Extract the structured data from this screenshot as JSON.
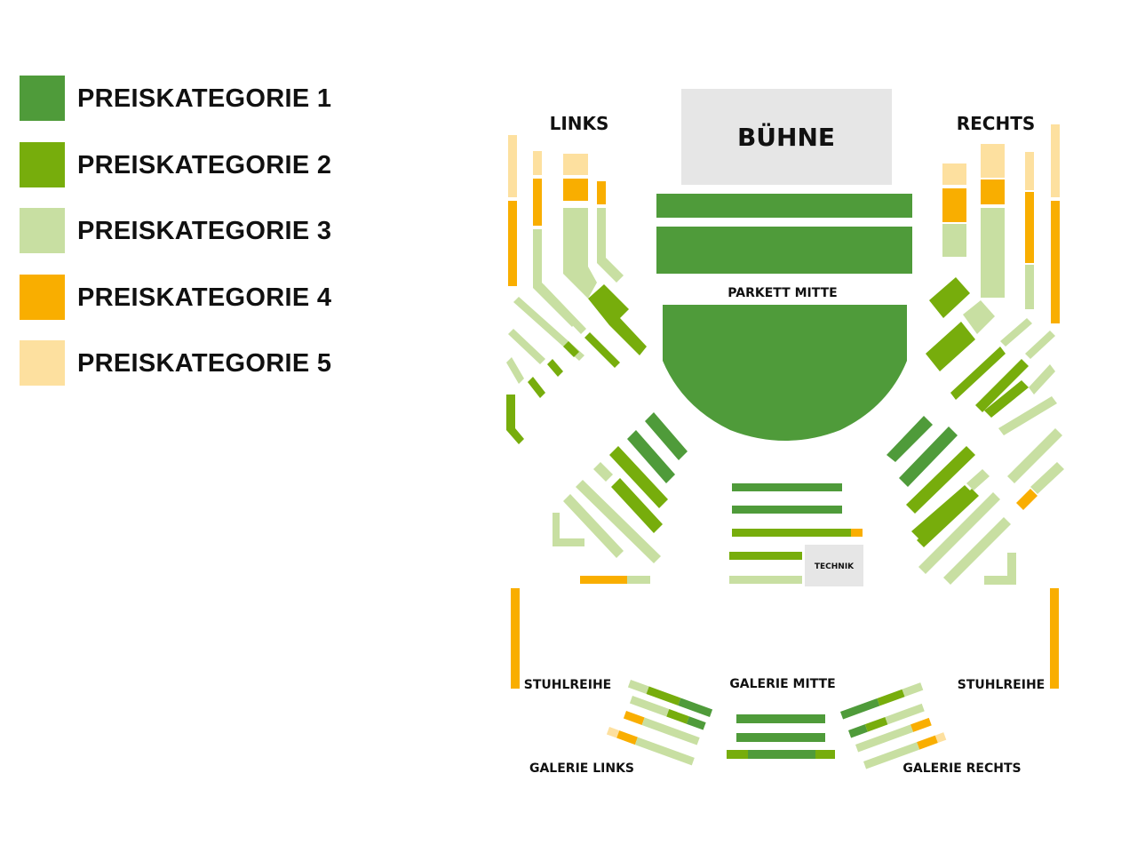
{
  "colors": {
    "cat1": "#4f9b3a",
    "cat2": "#77ad0c",
    "cat3": "#c8dfa2",
    "cat4": "#f9ae00",
    "cat5": "#fde09f",
    "stage": "#e6e6e6"
  },
  "legend": [
    {
      "label": "PREISKATEGORIE 1",
      "color_key": "cat1"
    },
    {
      "label": "PREISKATEGORIE 2",
      "color_key": "cat2"
    },
    {
      "label": "PREISKATEGORIE 3",
      "color_key": "cat3"
    },
    {
      "label": "PREISKATEGORIE 4",
      "color_key": "cat4"
    },
    {
      "label": "PREISKATEGORIE 5",
      "color_key": "cat5"
    }
  ],
  "map": {
    "stage": "BÜHNE",
    "left": "LINKS",
    "right": "RECHTS",
    "parkett_mitte": "PARKETT MITTE",
    "technik": "TECHNIK",
    "stuhlreihe_left": "STUHLREIHE",
    "stuhlreihe_right": "STUHLREIHE",
    "galerie_mitte": "GALERIE MITTE",
    "galerie_links": "GALERIE LINKS",
    "galerie_rechts": "GALERIE RECHTS"
  }
}
